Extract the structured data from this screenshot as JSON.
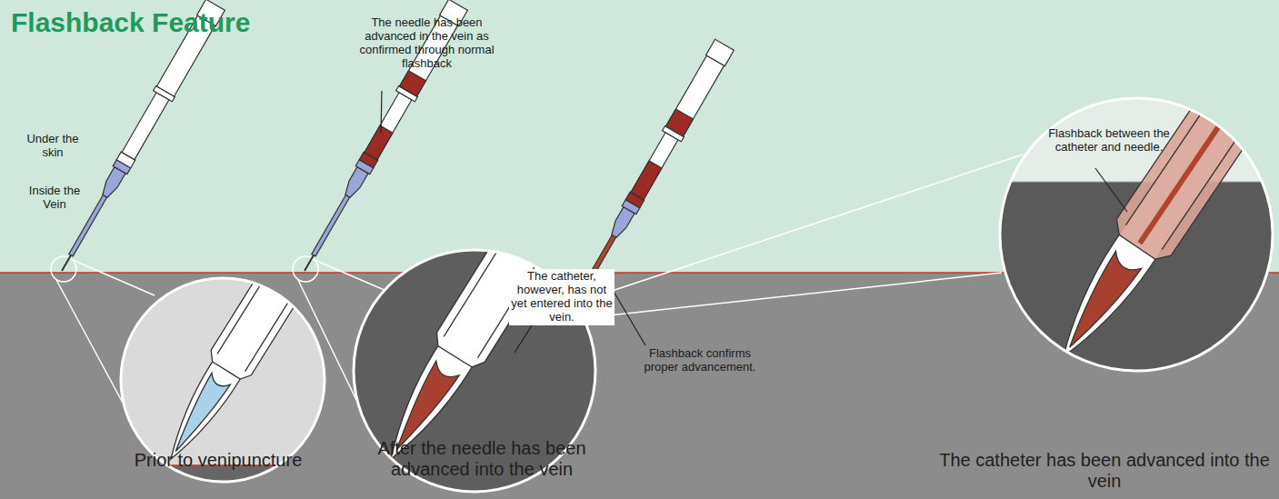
{
  "diagram": {
    "title": "Flashback Feature",
    "labels": [
      "Under the skin",
      "Inside the Vein",
      "The needle has been advanced in the vein as confirmed through normal flashback",
      "The catheter, however, has not yet entered into the vein.",
      "Flashback confirms proper advancement.",
      "Flashback between the catheter and needle.",
      "Prior to venipuncture",
      "After the needle has been advanced into the vein",
      "The catheter has been advanced into the vein"
    ]
  }
}
